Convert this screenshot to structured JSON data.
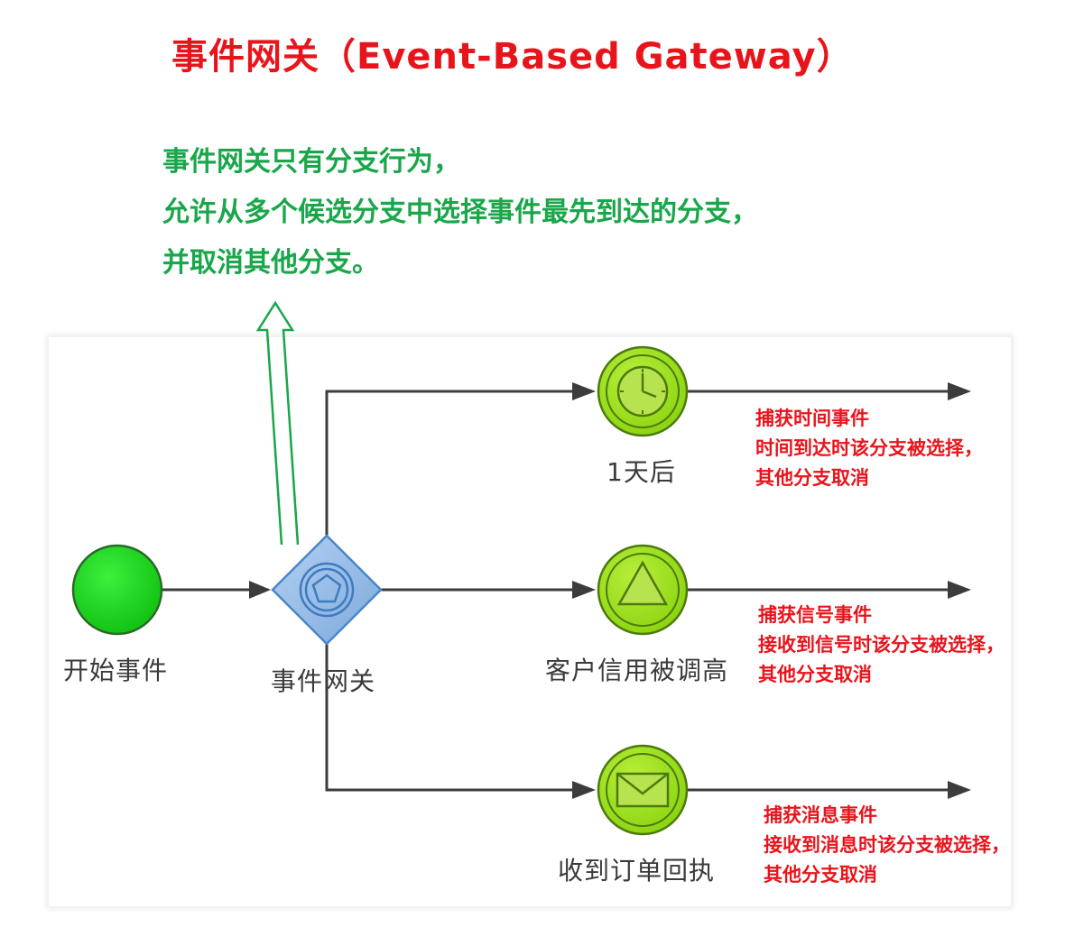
{
  "title": "事件网关（Event-Based Gateway）",
  "description": [
    "事件网关只有分支行为，",
    "允许从多个候选分支中选择事件最先到达的分支，",
    "并取消其他分支。"
  ],
  "nodes": {
    "start": "开始事件",
    "gateway": "事件网关",
    "timer": "1天后",
    "signal": "客户信用被调高",
    "message": "收到订单回执"
  },
  "notes": {
    "timer": [
      "捕获时间事件",
      "时间到达时该分支被选择，",
      "其他分支取消"
    ],
    "signal": [
      "捕获信号事件",
      "接收到信号时该分支被选择，",
      "其他分支取消"
    ],
    "message": [
      "捕获消息事件",
      "接收到消息时该分支被选择，",
      "其他分支取消"
    ]
  },
  "colors": {
    "title": "#e8141c",
    "description": "#1aa64a",
    "start_event": "#1ad31a",
    "catch_event": "#9ee01a",
    "gateway": "#8fb7e6",
    "note": "#e8141c"
  }
}
